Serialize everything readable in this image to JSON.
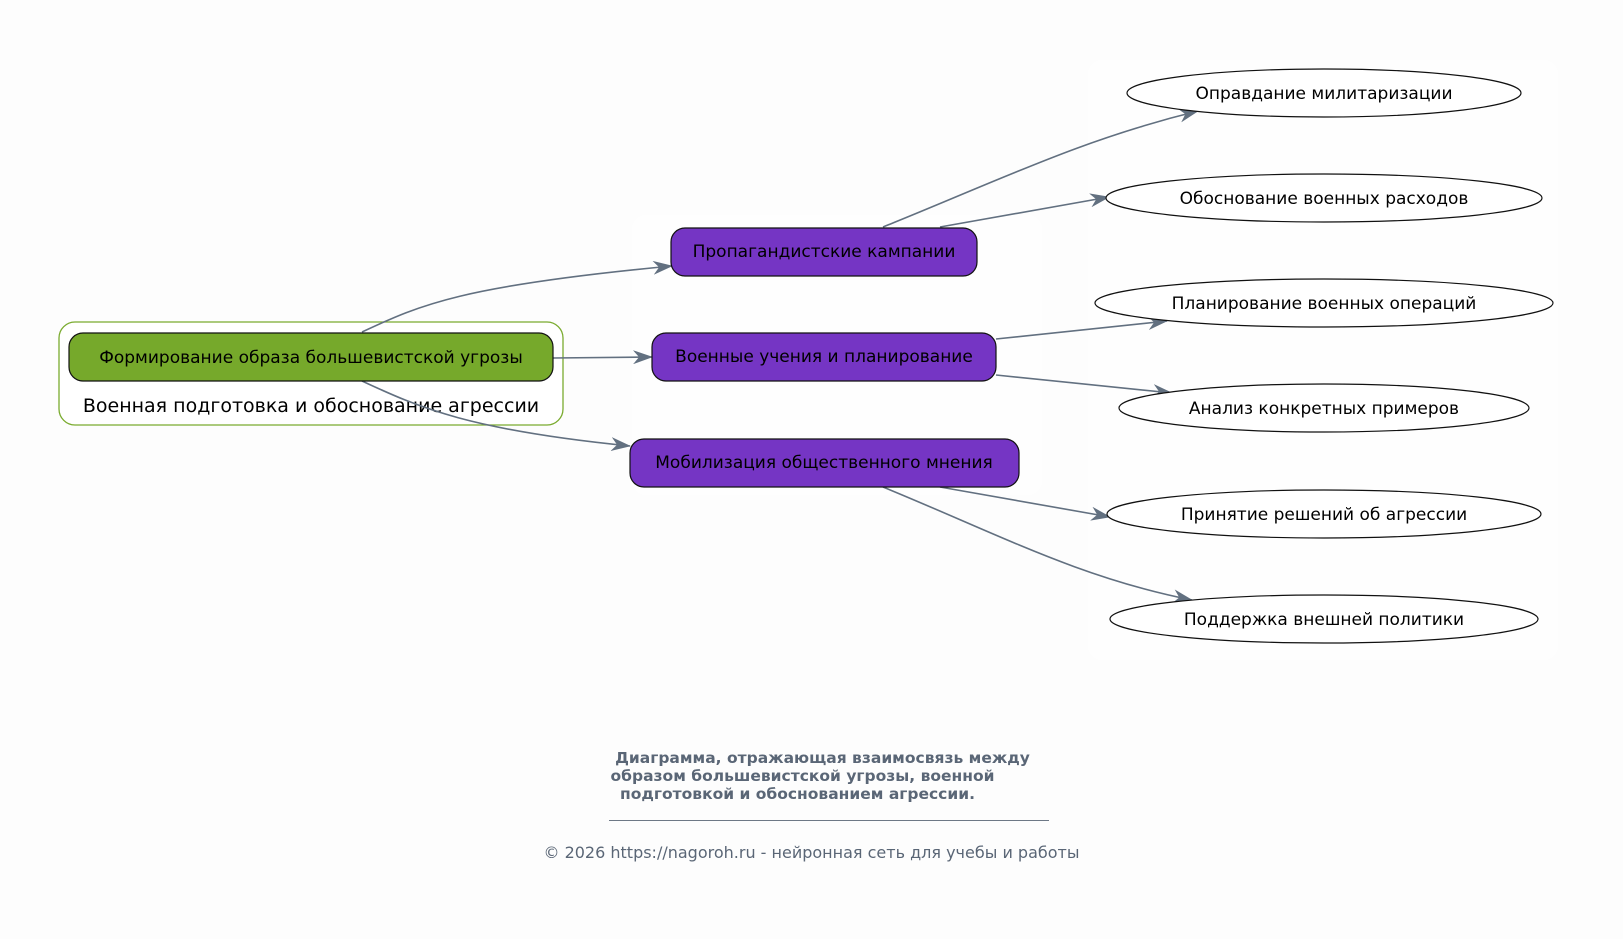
{
  "diagram": {
    "cluster": {
      "label": "Военная подготовка и обоснование агрессии",
      "border_color": "#7aab2f"
    },
    "root": {
      "id": "root",
      "label": "Формирование образа большевистской угрозы",
      "fill": "#76a92b"
    },
    "middle": [
      {
        "id": "m1",
        "label": "Пропагандистские кампании",
        "fill": "#7535c4"
      },
      {
        "id": "m2",
        "label": "Военные учения и планирование",
        "fill": "#7535c4"
      },
      {
        "id": "m3",
        "label": "Мобилизация общественного мнения",
        "fill": "#7535c4"
      }
    ],
    "leaves": [
      {
        "id": "l1",
        "label": "Оправдание милитаризации"
      },
      {
        "id": "l2",
        "label": "Обоснование военных расходов"
      },
      {
        "id": "l3",
        "label": "Планирование военных операций"
      },
      {
        "id": "l4",
        "label": "Анализ конкретных примеров"
      },
      {
        "id": "l5",
        "label": "Принятие решений об агрессии"
      },
      {
        "id": "l6",
        "label": "Поддержка внешней политики"
      }
    ],
    "edges": [
      {
        "from": "root",
        "to": "m1"
      },
      {
        "from": "root",
        "to": "m2"
      },
      {
        "from": "root",
        "to": "m3"
      },
      {
        "from": "m1",
        "to": "l1"
      },
      {
        "from": "m1",
        "to": "l2"
      },
      {
        "from": "m2",
        "to": "l3"
      },
      {
        "from": "m2",
        "to": "l4"
      },
      {
        "from": "m3",
        "to": "l5"
      },
      {
        "from": "m3",
        "to": "l6"
      }
    ],
    "edge_color": "#627080"
  },
  "caption": {
    "title_lines": [
      "Диаграмма, отражающая взаимосвязь между",
      "образом большевистской угрозы, военной",
      "подготовкой и обоснованием агрессии."
    ],
    "footer": "© 2026 https://nagoroh.ru - нейронная сеть для учебы и работы"
  }
}
